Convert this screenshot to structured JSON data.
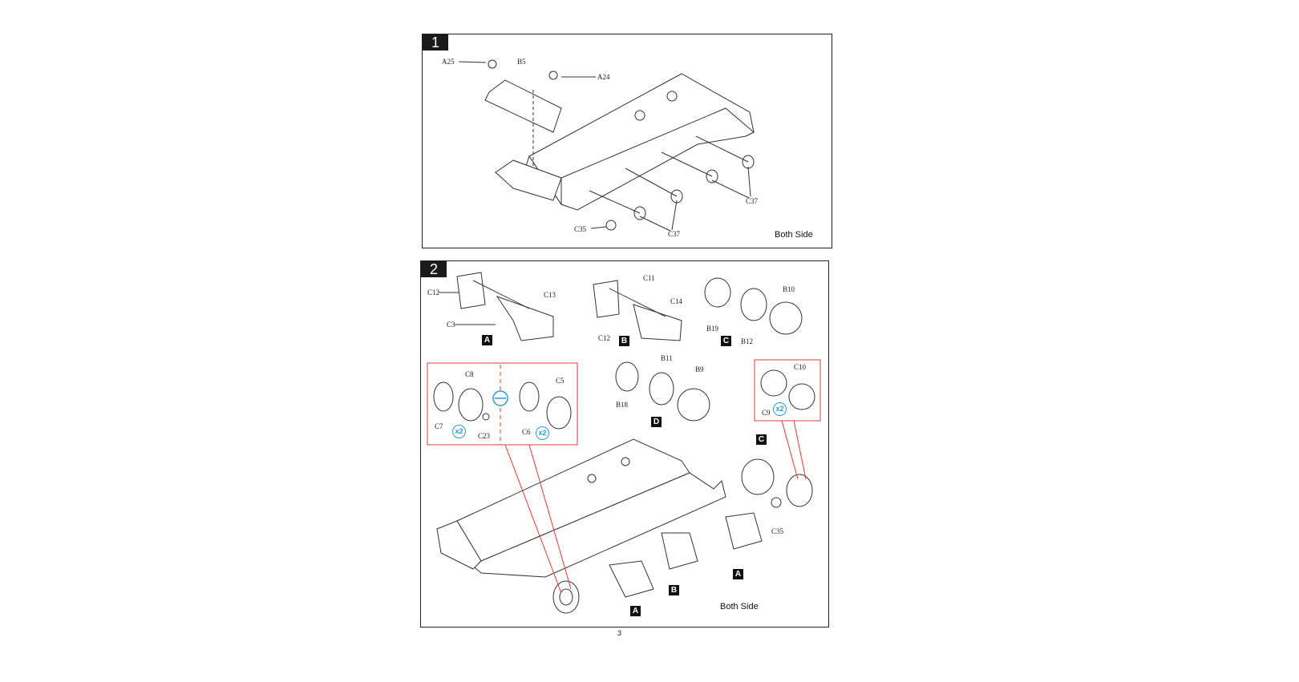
{
  "page_number": "3",
  "steps": [
    {
      "number": "1",
      "note": "Both Side",
      "labels": {
        "a25": "A25",
        "b5": "B5",
        "a24": "A24",
        "c37_a": "C37",
        "c37_b": "C37",
        "c35": "C35"
      }
    },
    {
      "number": "2",
      "note": "Both Side",
      "sub_assemblies": {
        "a": "A",
        "b": "B",
        "c": "C",
        "d": "D"
      },
      "labels": {
        "c12_a": "C12",
        "c13": "C13",
        "c3": "C3",
        "c11": "C11",
        "c14": "C14",
        "c12_b": "C12",
        "b10": "B10",
        "b19": "B19",
        "b12": "B12",
        "b11": "B11",
        "b9": "B9",
        "b18": "B18",
        "c8": "C8",
        "c7": "C7",
        "c23": "C23",
        "c5": "C5",
        "c6": "C6",
        "c10": "C10",
        "c9": "C9",
        "c35": "C35"
      },
      "quantity": "x2",
      "callout_color": "#e03a30",
      "quantity_color": "#2a9ad8"
    }
  ]
}
